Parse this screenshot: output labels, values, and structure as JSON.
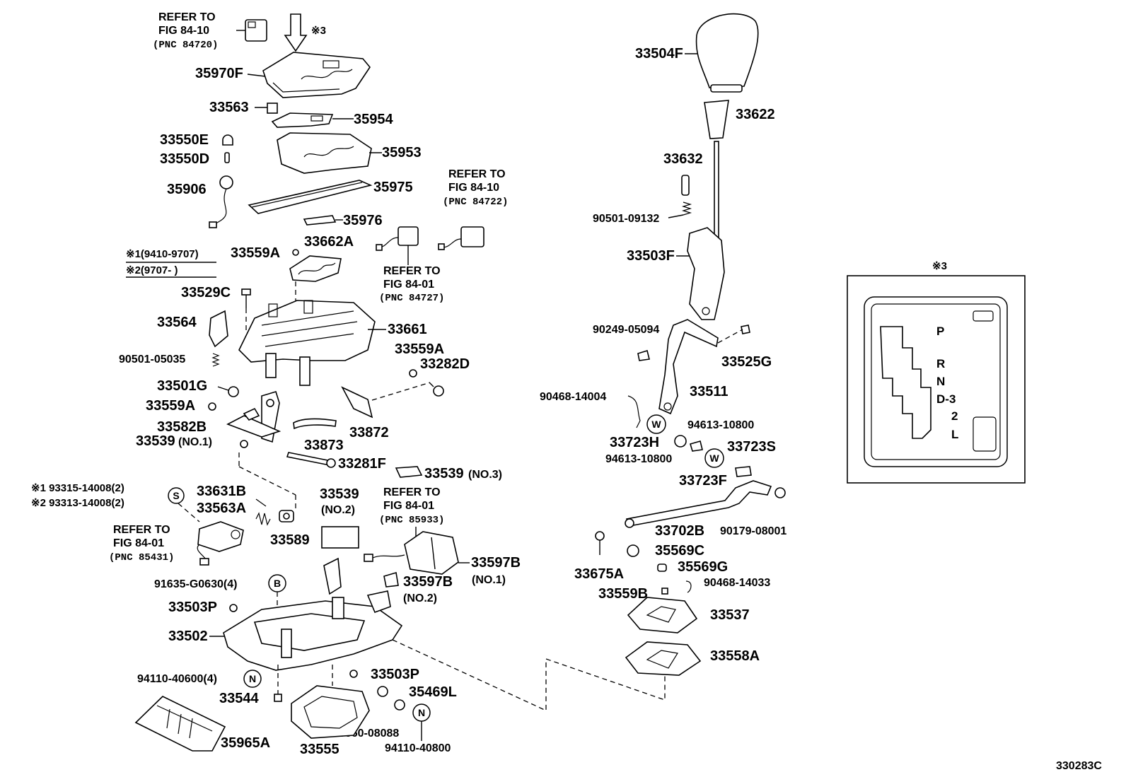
{
  "labels": {
    "refer_84720": [
      "REFER TO",
      "FIG 84-10",
      "(PNC 84720)"
    ],
    "mark3_arrow": "※3",
    "p35970F": "35970F",
    "p33563": "33563",
    "p35954": "35954",
    "p33550E": "33550E",
    "p33550D": "33550D",
    "p35953": "35953",
    "p35906": "35906",
    "p35975": "35975",
    "refer_84722": [
      "REFER TO",
      "FIG 84-10",
      "(PNC 84722)"
    ],
    "p35976": "35976",
    "note1": "※1(9410-9707)",
    "note2": "※2(9707-       )",
    "p33559A_top": "33559A",
    "p33662A": "33662A",
    "refer_84727": [
      "REFER TO",
      "FIG 84-01",
      "(PNC 84727)"
    ],
    "p33529C": "33529C",
    "p33564": "33564",
    "p33661": "33661",
    "p90501_05035": "90501-05035",
    "p33559A_mid": "33559A",
    "p33282D": "33282D",
    "p33501G": "33501G",
    "p33559A_low": "33559A",
    "p33582B": "33582B",
    "p33539_no1": "33539",
    "p33539_no1_sfx": "(NO.1)",
    "p33872": "33872",
    "p33873": "33873",
    "p33281F": "33281F",
    "p33539_no3": "33539",
    "p33539_no3_sfx": "(NO.3)",
    "note1_part": "※1 93315-14008(2)",
    "note2_part": "※2 93313-14008(2)",
    "circle_S": "S",
    "p33631B": "33631B",
    "p33563A": "33563A",
    "p33539_no2": "33539",
    "p33539_no2_sfx": "(NO.2)",
    "refer_85933": [
      "REFER TO",
      "FIG 84-01",
      "(PNC 85933)"
    ],
    "refer_85431": [
      "REFER TO",
      "FIG 84-01",
      "(PNC 85431)"
    ],
    "p33589": "33589",
    "p33597B_no1": "33597B",
    "p33597B_no1_sfx": "(NO.1)",
    "p33597B_no2": "33597B",
    "p33597B_no2_sfx": "(NO.2)",
    "p91635": "91635-G0630(4)",
    "circle_B": "B",
    "p33503P_top": "33503P",
    "p33502": "33502",
    "p33503P_low": "33503P",
    "p94110_40600": "94110-40600(4)",
    "circle_N1": "N",
    "p35469L": "35469L",
    "p33544": "33544",
    "p90560": "90560-08088",
    "circle_N2": "N",
    "p35965A": "35965A",
    "p33555": "33555",
    "p94110_40800": "94110-40800",
    "p33504F": "33504F",
    "p33622": "33622",
    "p33632": "33632",
    "p90501_09132": "90501-09132",
    "p33503F": "33503F",
    "p90249": "90249-05094",
    "p33525G": "33525G",
    "p90468_14004": "90468-14004",
    "p33511": "33511",
    "circle_W1": "W",
    "p94613_a": "94613-10800",
    "p33723H": "33723H",
    "p33723S": "33723S",
    "p94613_b": "94613-10800",
    "circle_W2": "W",
    "p33723F": "33723F",
    "p33702B": "33702B",
    "p90179": "90179-08001",
    "p35569C": "35569C",
    "p33675A": "33675A",
    "p35569G": "35569G",
    "p90468_14033": "90468-14033",
    "p33559B": "33559B",
    "p33537": "33537",
    "p33558A": "33558A",
    "inset_mark": "※3",
    "gears": [
      "P",
      "R",
      "N",
      "D-3",
      "2",
      "L"
    ],
    "fig_code": "330283C"
  }
}
